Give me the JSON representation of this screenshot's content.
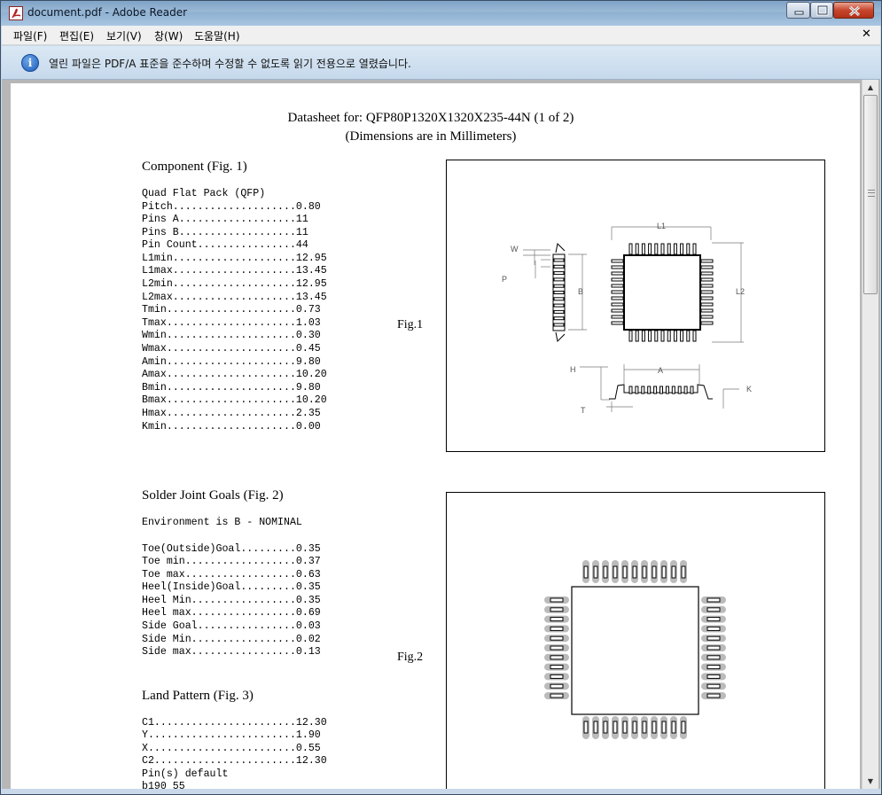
{
  "window": {
    "title": "document.pdf - Adobe Reader"
  },
  "menu": [
    "파일(F)",
    "편집(E)",
    "보기(V)",
    "창(W)",
    "도움말(H)"
  ],
  "infobar": {
    "message": "열린 파일은 PDF/A 표준을 준수하며 수정할 수 없도록 읽기 전용으로 열렸습니다.",
    "icon": "info-icon"
  },
  "doc": {
    "title_line1": "Datasheet for: QFP80P1320X1320X235-44N (1 of 2)",
    "title_line2": "(Dimensions are in Millimeters)",
    "component": {
      "heading": "Component (Fig. 1)",
      "type": "Quad Flat Pack (QFP)",
      "rows": [
        "Pitch....................0.80",
        "Pins A...................11",
        "Pins B...................11",
        "Pin Count................44",
        "L1min....................12.95",
        "L1max....................13.45",
        "L2min....................12.95",
        "L2max....................13.45",
        "Tmin.....................0.73",
        "Tmax.....................1.03",
        "Wmin.....................0.30",
        "Wmax.....................0.45",
        "Amin.....................9.80",
        "Amax.....................10.20",
        "Bmin.....................9.80",
        "Bmax.....................10.20",
        "Hmax.....................2.35",
        "Kmin.....................0.00"
      ]
    },
    "fig1": {
      "label": "Fig.1",
      "dims": {
        "W": "W",
        "P": "P",
        "B": "B",
        "L1": "L1",
        "L2": "L2",
        "H": "H",
        "A": "A",
        "K": "K",
        "T": "T"
      }
    },
    "solder": {
      "heading": "Solder Joint Goals (Fig. 2)",
      "environment": "Environment is B - NOMINAL",
      "rows": [
        "Toe(Outside)Goal.........0.35",
        "Toe min..................0.37",
        "Toe max..................0.63",
        "Heel(Inside)Goal.........0.35",
        "Heel Min.................0.35",
        "Heel max.................0.69",
        "Side Goal................0.03",
        "Side Min.................0.02",
        "Side max.................0.13"
      ]
    },
    "fig2": {
      "label": "Fig.2"
    },
    "land": {
      "heading": "Land Pattern (Fig. 3)",
      "rows": [
        "C1.......................12.30",
        "Y........................1.90",
        "X........................0.55",
        "C2.......................12.30",
        "Pin(s) default",
        "b190_55"
      ]
    }
  }
}
